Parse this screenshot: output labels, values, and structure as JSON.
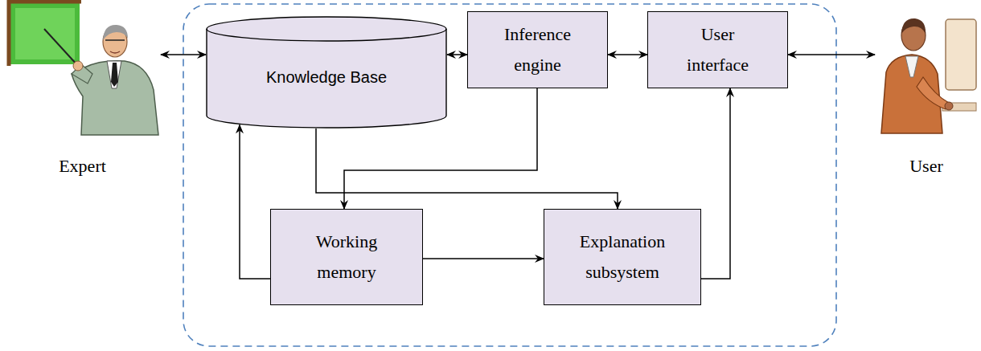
{
  "diagram": {
    "nodes": [
      {
        "text": [
          "Expert"
        ]
      },
      {
        "text": [
          "Knowledge Base"
        ]
      },
      {
        "text": [
          "Inference engine"
        ]
      },
      {
        "text": [
          "User interface"
        ]
      },
      {
        "text": [
          "User"
        ]
      },
      {
        "text": [
          "Working memory"
        ]
      },
      {
        "text": [
          "Explanation subsystem"
        ]
      }
    ],
    "edges": [
      {
        "from": 0,
        "to": 1,
        "arrow": "both"
      },
      {
        "from": 1,
        "to": 2,
        "arrow": "both"
      },
      {
        "from": 2,
        "to": 3,
        "arrow": "both"
      },
      {
        "from": 3,
        "to": 4,
        "arrow": "both"
      },
      {
        "from": 2,
        "to": 5,
        "arrow": "to"
      },
      {
        "from": 1,
        "to": 6,
        "arrow": "to"
      },
      {
        "from": 5,
        "to": 1,
        "arrow": "to"
      },
      {
        "from": 5,
        "to": 6,
        "arrow": "to"
      },
      {
        "from": 6,
        "to": 3,
        "arrow": "to"
      }
    ]
  }
}
